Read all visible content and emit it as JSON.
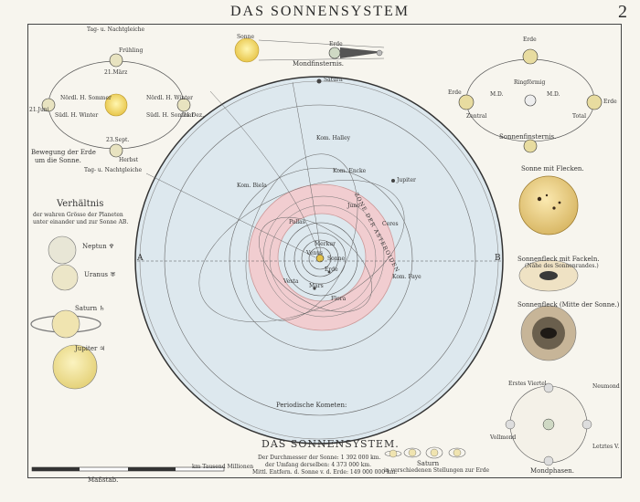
{
  "header": {
    "title": "DAS SONNENSYSTEM",
    "plate_number": "2"
  },
  "seasons_diagram": {
    "top_label": "Tag- u. Nachtgleiche",
    "spring": "Frühling",
    "spring_date": "21.März",
    "summer_date": "21.Juni",
    "winter_date": "21.Dez.",
    "north_summer": "Nördl. H. Sommer",
    "south_winter": "Südl. H. Winter",
    "north_winter": "Nördl. H. Winter",
    "south_summer": "Südl. H. Sommer",
    "autumn_date": "23.Sept.",
    "autumn": "Herbst",
    "bottom_label": "Tag- u. Nachtgleiche",
    "motion_caption_1": "Bewegung der Erde",
    "motion_caption_2": "um die Sonne."
  },
  "lunar_eclipse": {
    "sun": "Sonne",
    "earth": "Erde",
    "caption": "Mondfinsternis."
  },
  "solar_eclipse": {
    "earth_top": "Erde",
    "earth_left": "Erde",
    "earth_right": "Erde",
    "ring": "Ringförmig",
    "central": "Zentral",
    "total": "Total",
    "md1": "M.D.",
    "md2": "M.D.",
    "caption": "Sonnenfinsternis."
  },
  "size_ratio": {
    "title": "Verhältnis",
    "line1": "der wahren Grösse der Planeten",
    "line2": "unter einander und zur Sonne AB.",
    "neptun": "Neptun ♆",
    "uranus": "Uranus ♅",
    "saturn": "Saturn ♄",
    "jupiter": "Jupiter ♃"
  },
  "solar_system": {
    "zone": "ZONE DER ASTEROIDEN",
    "label_a": "A",
    "label_b": "B",
    "saturn": "Saturn",
    "jupiter": "Jupiter",
    "mars": "Mars",
    "erde": "Erde",
    "venus": "Venus",
    "merkur": "Merkur",
    "sonne": "Sonne",
    "comet_halley": "Kom. Halley",
    "comet_encke": "Kom. Encke",
    "comet_biela": "Kom. Biela",
    "comet_faye": "Kom. Faye",
    "pallas": "Pallas",
    "juno": "Juno",
    "ceres": "Ceres",
    "vesta": "Vesta",
    "flora": "Flora",
    "bottom_title": "DAS SONNENSYSTEM.",
    "diameter_line": "Der Durchmesser der Sonne: 1 392 000 km.",
    "circumference_line": "der Umfang derselben: 4 373 000 km.",
    "distance_line": "Mittl. Entfern. d. Sonne v. d. Erde: 149 000 000 km.",
    "periodic_comets": "Periodische Kometen:"
  },
  "sun_panel": {
    "spots": "Sonne mit Flecken.",
    "faculae": "Sonnenfleck mit Fackeln.",
    "faculae_sub": "(Nähe des Sonnenrandes.)",
    "spot_center": "Sonnenfleck (Mitte der Sonne.)"
  },
  "moon_phases": {
    "caption": "Mondphasen.",
    "first_quarter": "Erstes Viertel",
    "full_moon": "Vollmond",
    "new_moon": "Neumond",
    "last_quarter": "Letztes V."
  },
  "scale": {
    "label": "Maßstab.",
    "unit": "km Tausend Millionen",
    "saturn_bottom": "Saturn",
    "saturn_rings": "in verschiedenen Stellungen zur Erde"
  }
}
